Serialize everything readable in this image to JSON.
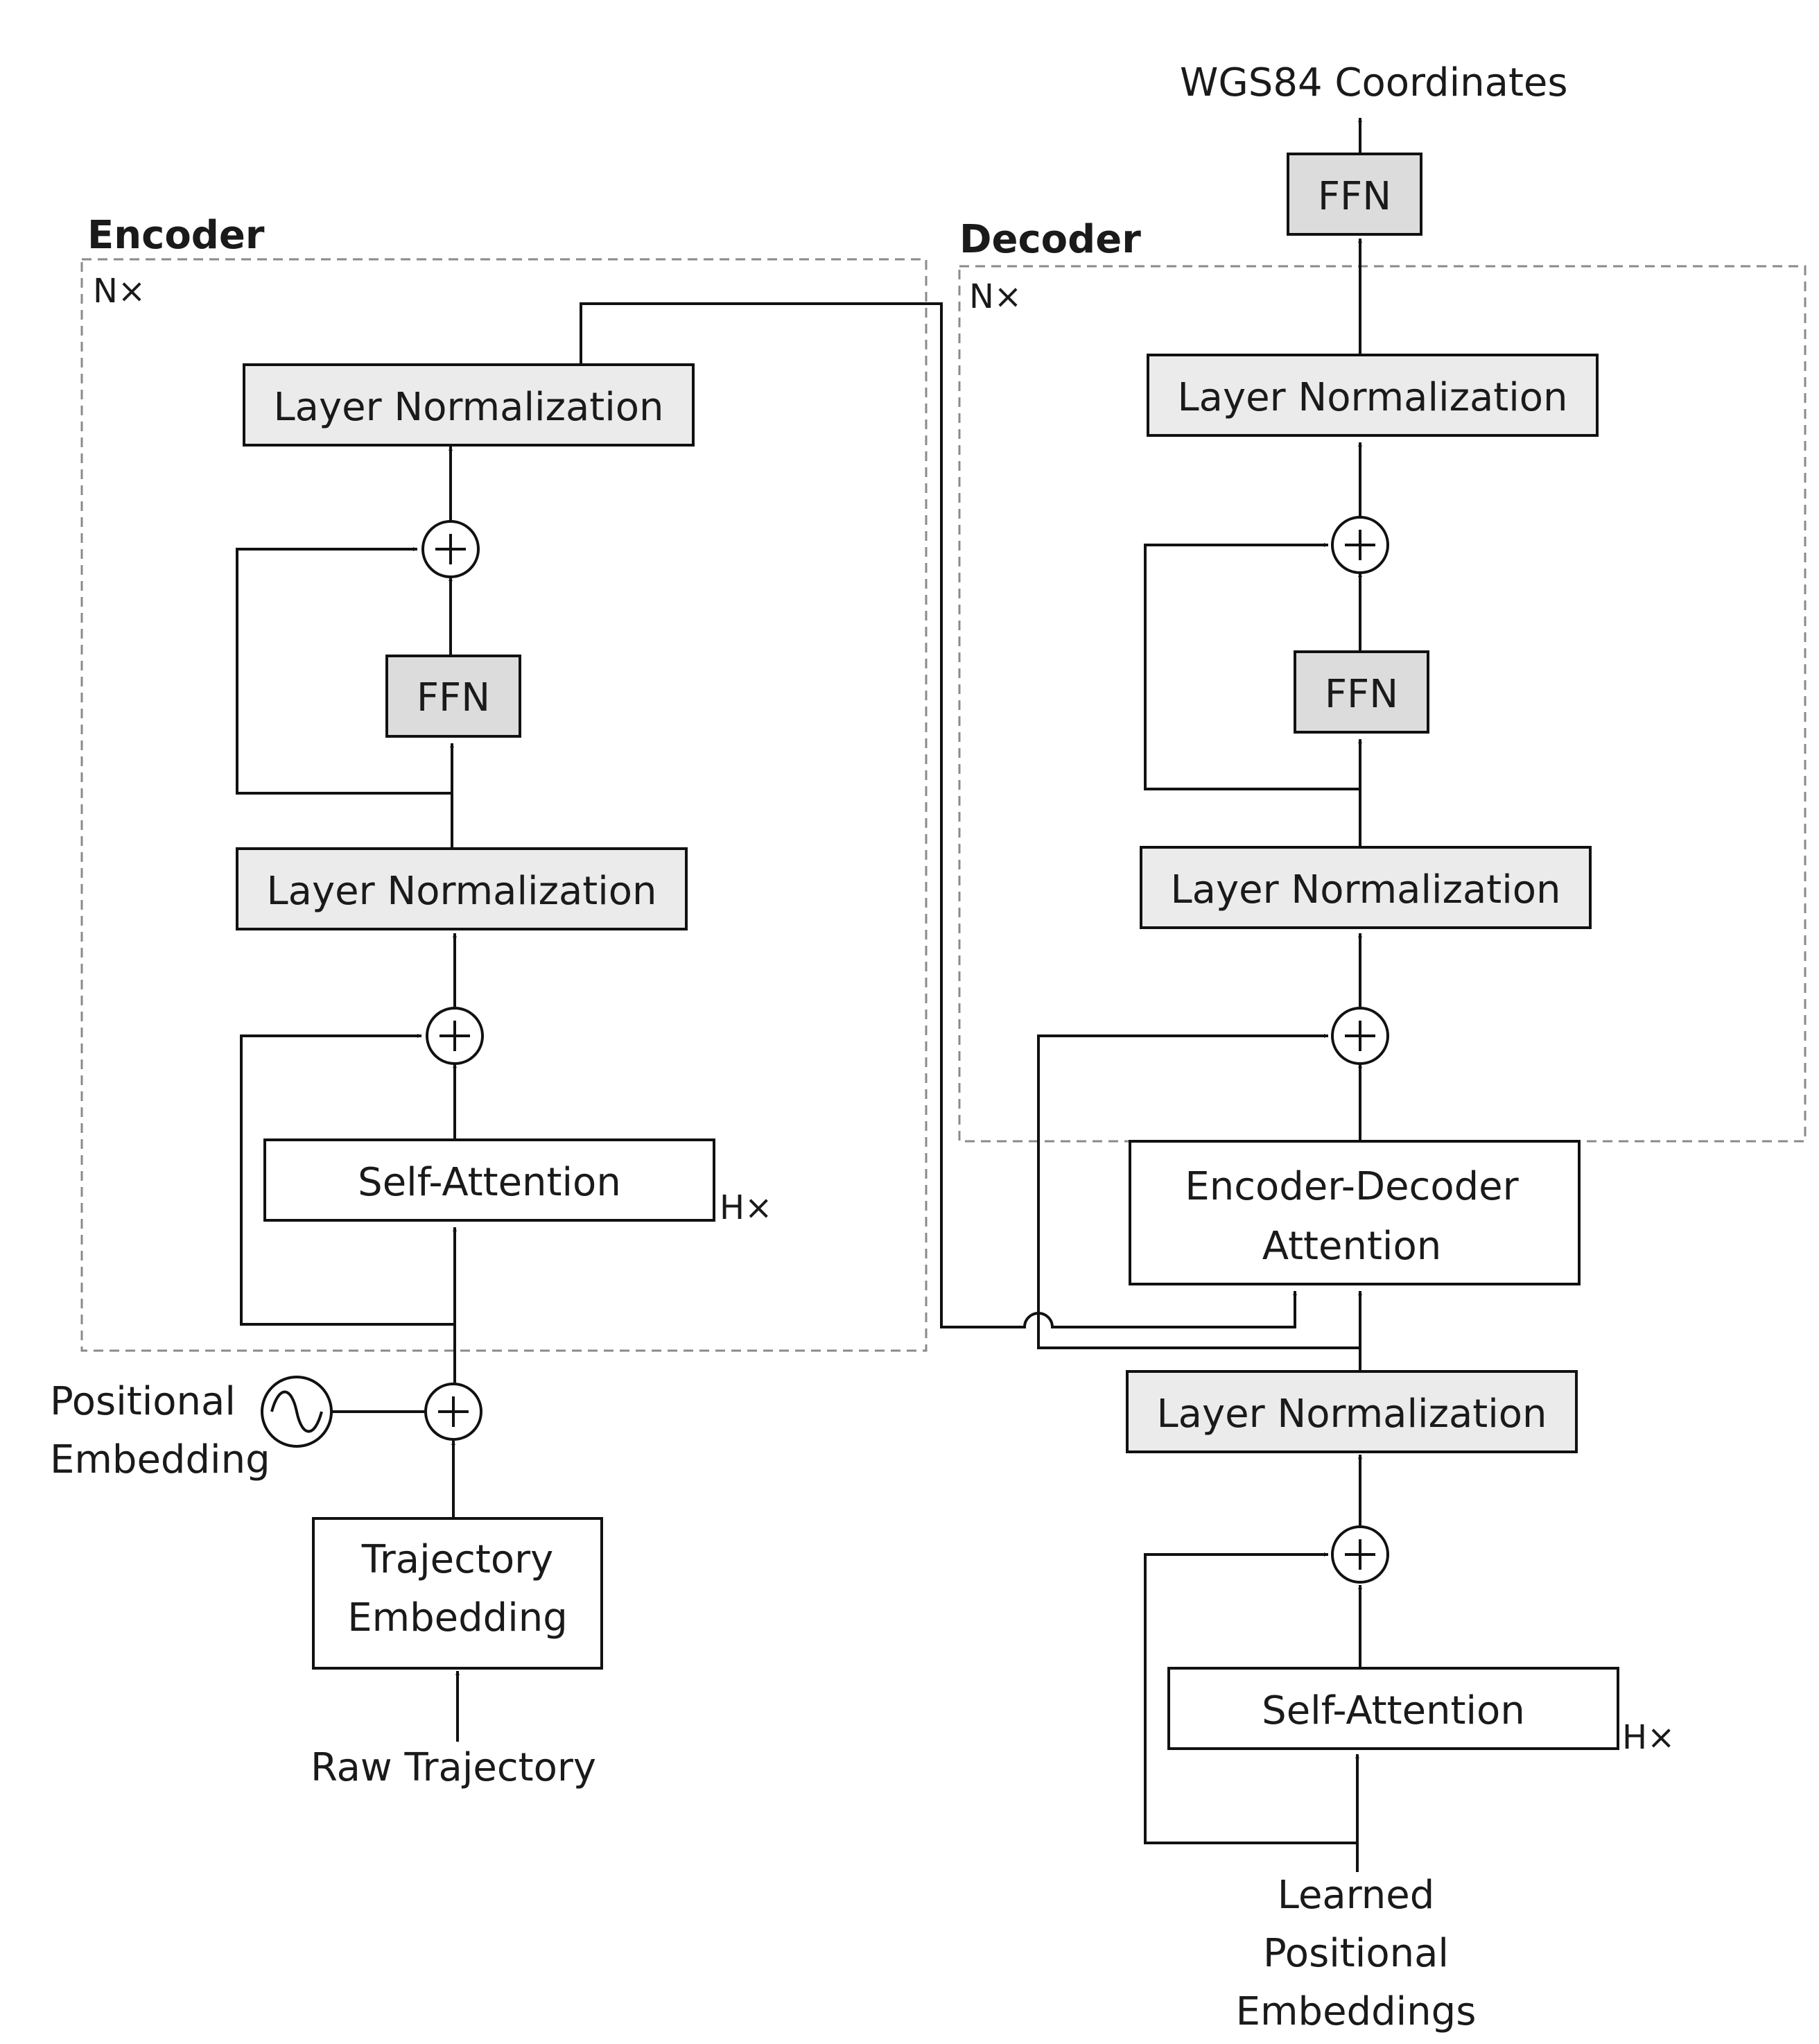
{
  "output_label": "WGS84 Coordinates",
  "encoder": {
    "title": "Encoder",
    "repeat": "N×",
    "layer_norm_top": "Layer Normalization",
    "ffn": "FFN",
    "layer_norm_mid": "Layer Normalization",
    "self_attention": "Self-Attention",
    "heads": "H×",
    "positional_embedding": [
      "Positional",
      "Embedding"
    ],
    "trajectory_embedding": [
      "Trajectory",
      "Embedding"
    ],
    "input_label": "Raw Trajectory"
  },
  "decoder": {
    "title": "Decoder",
    "repeat": "N×",
    "output_ffn": "FFN",
    "layer_norm_top": "Layer Normalization",
    "ffn": "FFN",
    "layer_norm_mid": "Layer Normalization",
    "enc_dec_attention": [
      "Encoder-Decoder",
      "Attention"
    ],
    "layer_norm_bottom": "Layer Normalization",
    "self_attention": "Self-Attention",
    "heads": "H×",
    "input_label": [
      "Learned",
      "Positional",
      "Embeddings"
    ]
  }
}
